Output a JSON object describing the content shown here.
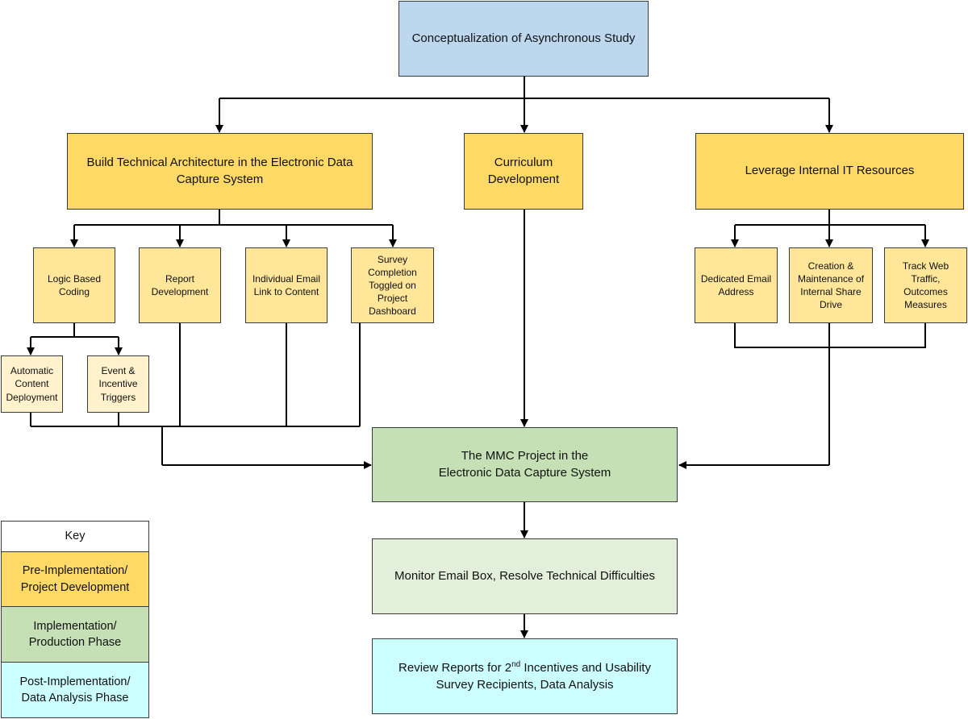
{
  "nodes": {
    "concept": "Conceptualization of Asynchronous Study",
    "build_tech": "Build Technical Architecture in the Electronic Data\nCapture System",
    "curriculum": "Curriculum\nDevelopment",
    "leverage_it": "Leverage Internal IT Resources",
    "logic_coding": "Logic Based\nCoding",
    "report_dev": "Report\nDevelopment",
    "individual_email": "Individual Email\nLink to Content",
    "survey_completion": "Survey\nCompletion\nToggled on\nProject\nDashboard",
    "auto_content": "Automatic\nContent\nDeployment",
    "event_triggers": "Event &\nIncentive\nTriggers",
    "dedicated_email": "Dedicated Email\nAddress",
    "share_drive": "Creation &\nMaintenance of\nInternal Share\nDrive",
    "track_web": "Track Web\nTraffic,\nOutcomes\nMeasures",
    "mmc_project": "The MMC Project in the\nElectronic Data Capture System",
    "monitor_email": "Monitor Email Box, Resolve Technical Difficulties",
    "review_reports": {
      "prefix": "Review Reports for 2",
      "superscript": "nd",
      "suffix": " Incentives and Usability",
      "line2": "Survey Recipients, Data Analysis"
    }
  },
  "key": {
    "title": "Key",
    "pre": "Pre-Implementation/\nProject Development",
    "impl": "Implementation/\nProduction Phase",
    "post": "Post-Implementation/\nData Analysis Phase"
  },
  "colors": {
    "conceptualization": "#bdd7ee",
    "pre_implementation": "#ffd966",
    "implementation": "#c5e0b4",
    "monitoring": "#e2efda",
    "post_implementation": "#ccffff"
  }
}
